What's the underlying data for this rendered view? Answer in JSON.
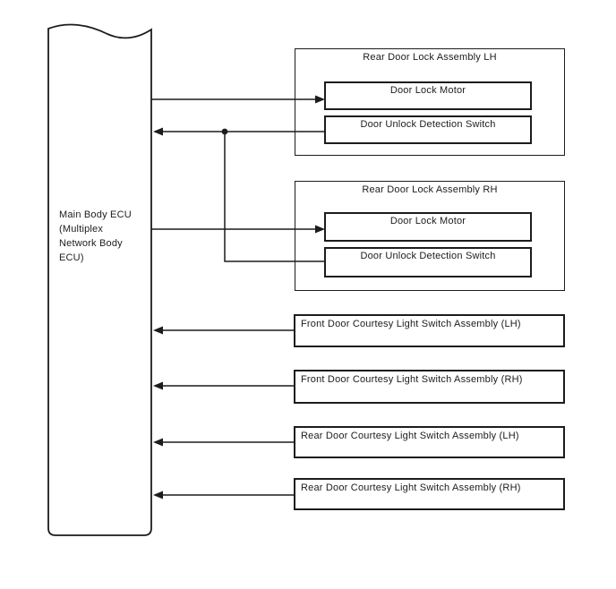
{
  "diagram": {
    "background_color": "#ffffff",
    "line_color": "#1c1c1c",
    "ecu": {
      "label": "Main Body ECU\n(Multiplex\nNetwork Body\nECU)"
    },
    "assemblies": [
      {
        "title": "Rear Door Lock Assembly LH",
        "components": [
          "Door Lock Motor",
          "Door Unlock Detection Switch"
        ]
      },
      {
        "title": "Rear Door Lock Assembly RH",
        "components": [
          "Door Lock Motor",
          "Door Unlock Detection Switch"
        ]
      }
    ],
    "switches": [
      {
        "label": "Front Door Courtesy Light Switch Assembly (LH)"
      },
      {
        "label": "Front Door Courtesy Light Switch Assembly (RH)"
      },
      {
        "label": "Rear Door Courtesy Light Switch Assembly (LH)"
      },
      {
        "label": "Rear Door Courtesy Light Switch Assembly (RH)"
      }
    ]
  }
}
